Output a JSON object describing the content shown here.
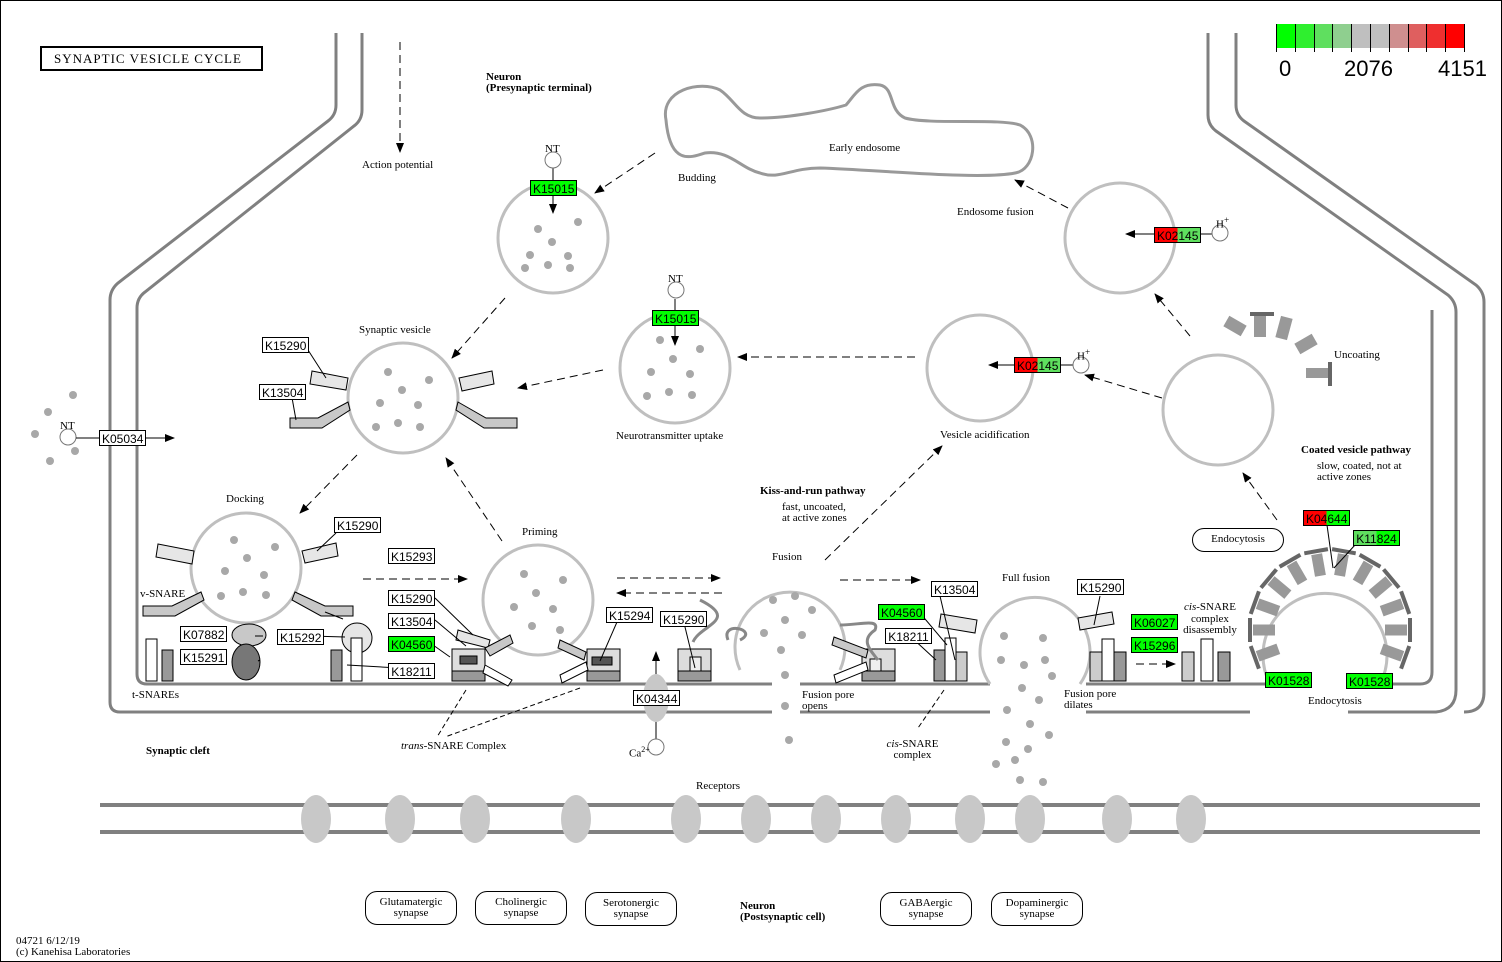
{
  "title": "SYNAPTIC VESICLE CYCLE",
  "legend": {
    "min_label": "0",
    "mid_label": "2076",
    "max_label": "4151",
    "colors": [
      "#00ff00",
      "#2fef2f",
      "#5fdf5f",
      "#8fcf8f",
      "#bfbfbf",
      "#bfbfbf",
      "#cf8f8f",
      "#df5f5f",
      "#ef2f2f",
      "#ff0000"
    ]
  },
  "colors": {
    "green": "#00ff00",
    "light_green": "#5fdf5f",
    "red": "#ff0000",
    "membrane": "#808080",
    "vesicle": "#bfbfbf"
  },
  "labels": {
    "neuron_pre": "Neuron",
    "neuron_pre_sub": "(Presynaptic terminal)",
    "action_potential": "Action potential",
    "budding": "Budding",
    "early_endosome": "Early endosome",
    "endosome_fusion": "Endosome fusion",
    "synaptic_vesicle": "Synaptic vesicle",
    "nt": "NT",
    "neurotransmitter_uptake": "Neurotransmitter uptake",
    "vesicle_acidification": "Vesicle acidification",
    "h_plus": "H",
    "uncoating": "Uncoating",
    "coated_pathway": "Coated vesicle pathway",
    "coated_pathway_sub1": "slow, coated, not at",
    "coated_pathway_sub2": "active zones",
    "kiss_run": "Kiss-and-run pathway",
    "kiss_run_sub1": "fast, uncoated,",
    "kiss_run_sub2": "at active zones",
    "docking": "Docking",
    "priming": "Priming",
    "fusion": "Fusion",
    "full_fusion": "Full fusion",
    "v_snare": "v-SNARE",
    "t_snares": "t-SNAREs",
    "trans_snare_italic": "trans",
    "trans_snare_rest": "-SNARE Complex",
    "cis_snare_italic": "cis",
    "cis_snare_rest": "-SNARE",
    "cis_snare_complex": "complex",
    "cis_disassembly_1": "complex",
    "cis_disassembly_2": "disassembly",
    "fusion_pore_opens_1": "Fusion pore",
    "fusion_pore_opens_2": "opens",
    "fusion_pore_dilates_1": "Fusion pore",
    "fusion_pore_dilates_2": "dilates",
    "endocytosis_bottom": "Endocytosis",
    "ca": "Ca",
    "ca_charge": "2+",
    "synaptic_cleft": "Synaptic cleft",
    "receptors": "Receptors",
    "neuron_post": "Neuron",
    "neuron_post_sub": "(Postsynaptic cell)",
    "footer_id": "04721 6/12/19",
    "footer_copy": "(c) Kanehisa Laboratories"
  },
  "pathway_links": [
    {
      "line1": "Endocytosis",
      "line2": ""
    },
    {
      "line1": "Glutamatergic",
      "line2": "synapse"
    },
    {
      "line1": "Cholinergic",
      "line2": "synapse"
    },
    {
      "line1": "Serotonergic",
      "line2": "synapse"
    },
    {
      "line1": "GABAergic",
      "line2": "synapse"
    },
    {
      "line1": "Dopaminergic",
      "line2": "synapse"
    }
  ],
  "genes": [
    {
      "id": "K15015",
      "fill": "green"
    },
    {
      "id": "K15015",
      "fill": "green"
    },
    {
      "id": "K02145",
      "fill": "split-red-lightgreen"
    },
    {
      "id": "K02145",
      "fill": "split-red-lightgreen"
    },
    {
      "id": "K15290",
      "fill": "none"
    },
    {
      "id": "K13504",
      "fill": "none"
    },
    {
      "id": "K05034",
      "fill": "none"
    },
    {
      "id": "K15290",
      "fill": "none"
    },
    {
      "id": "K15293",
      "fill": "none"
    },
    {
      "id": "K15290",
      "fill": "none"
    },
    {
      "id": "K13504",
      "fill": "none"
    },
    {
      "id": "K04560",
      "fill": "green"
    },
    {
      "id": "K18211",
      "fill": "none"
    },
    {
      "id": "K07882",
      "fill": "none"
    },
    {
      "id": "K15291",
      "fill": "none"
    },
    {
      "id": "K15292",
      "fill": "none"
    },
    {
      "id": "K15294",
      "fill": "none"
    },
    {
      "id": "K15290",
      "fill": "none"
    },
    {
      "id": "K04344",
      "fill": "none"
    },
    {
      "id": "K13504",
      "fill": "none"
    },
    {
      "id": "K04560",
      "fill": "green"
    },
    {
      "id": "K18211",
      "fill": "none"
    },
    {
      "id": "K15290",
      "fill": "none"
    },
    {
      "id": "K06027",
      "fill": "green"
    },
    {
      "id": "K15296",
      "fill": "green"
    },
    {
      "id": "K04644",
      "fill": "split-red-green"
    },
    {
      "id": "K11824",
      "fill": "split-lightgreen-green"
    },
    {
      "id": "K01528",
      "fill": "green"
    },
    {
      "id": "K01528",
      "fill": "green"
    }
  ]
}
